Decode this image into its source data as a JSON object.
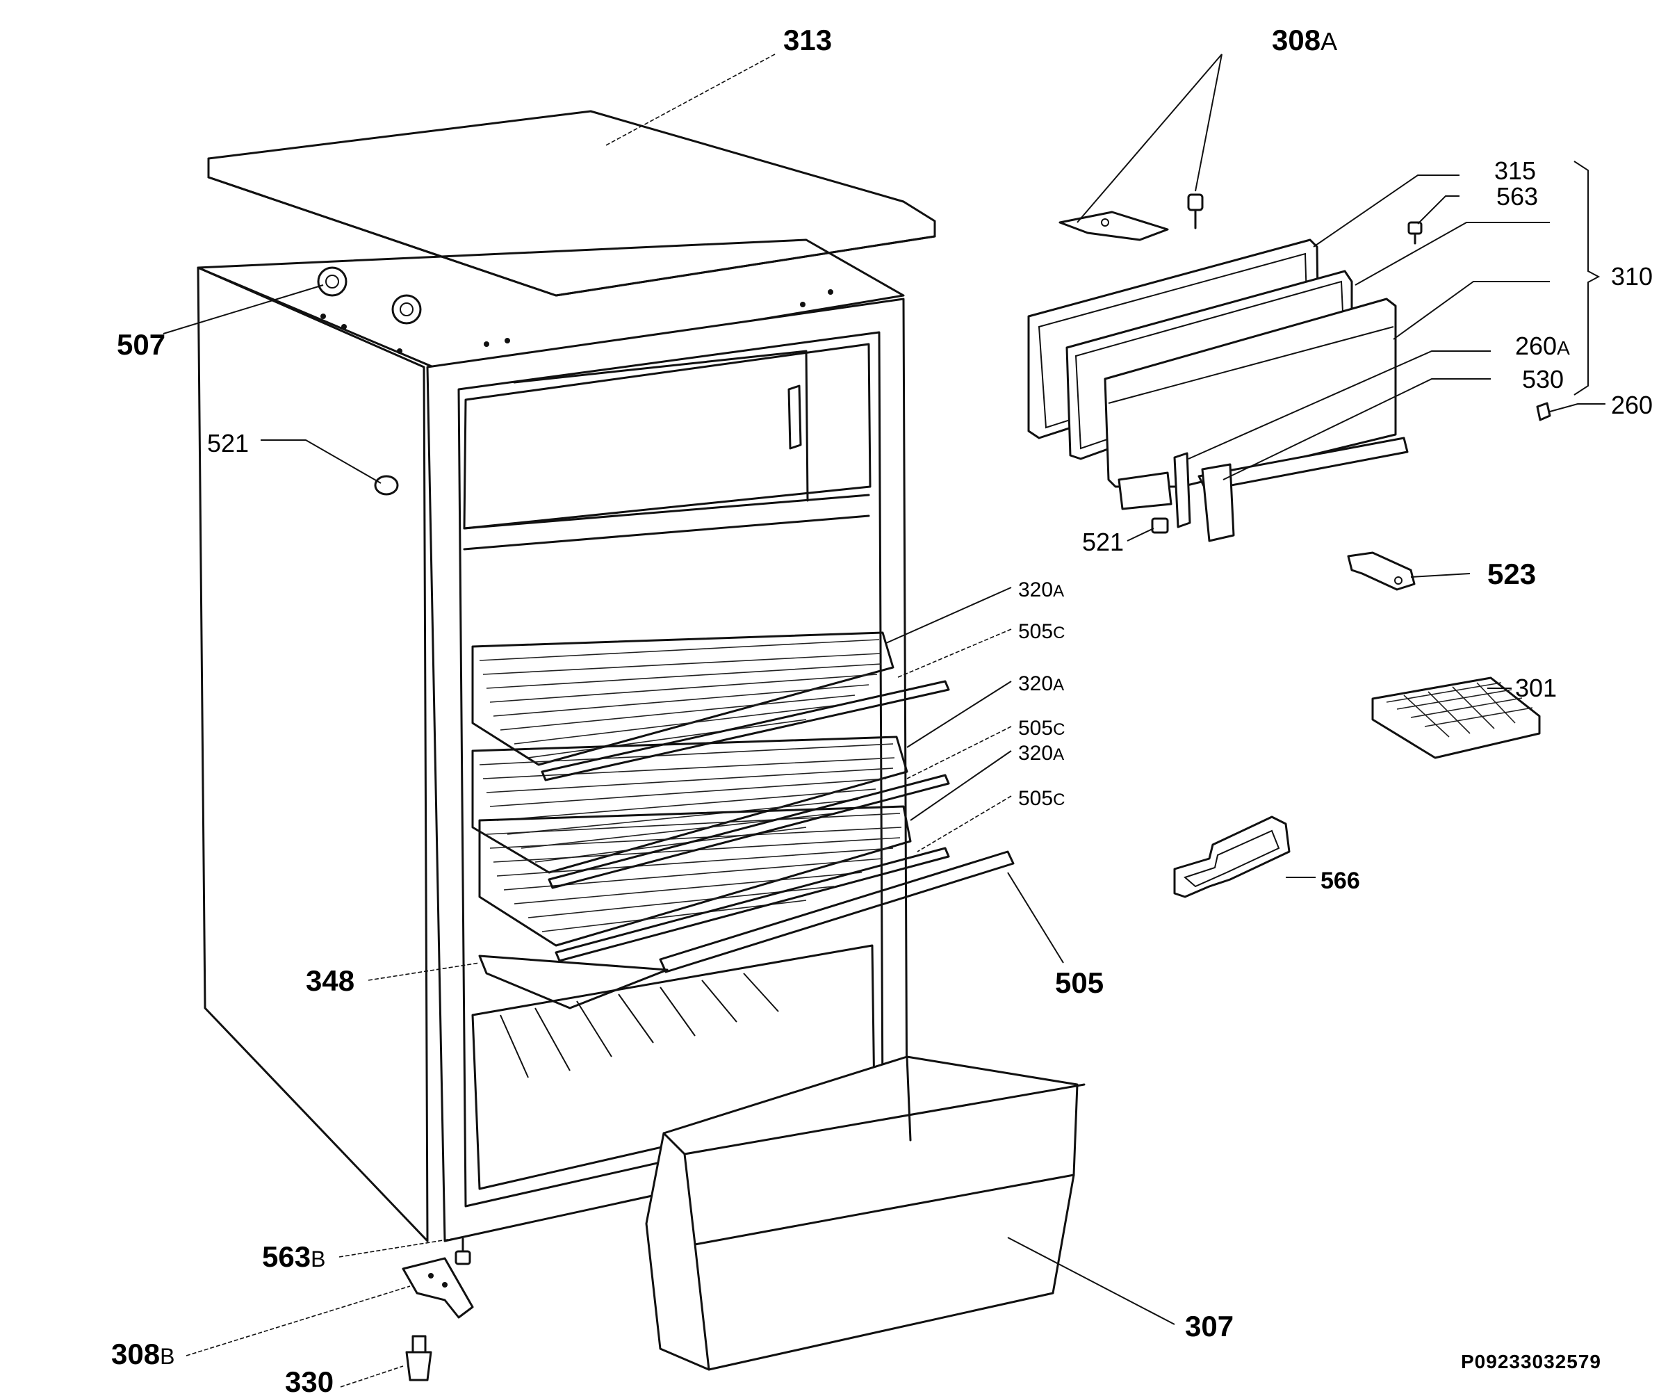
{
  "callouts": {
    "c313": "313",
    "c308a_num": "308",
    "c308a_suf": "A",
    "c507": "507",
    "c521_left": "521",
    "c315": "315",
    "c563": "563",
    "c310": "310",
    "c260a_num": "260",
    "c260a_suf": "A",
    "c530": "530",
    "c260": "260",
    "c521_right": "521",
    "c523": "523",
    "c320a_1_num": "320",
    "c320a_1_suf": "A",
    "c505c_1_num": "505",
    "c505c_1_suf": "C",
    "c320a_2_num": "320",
    "c320a_2_suf": "A",
    "c505c_2_num": "505",
    "c505c_2_suf": "C",
    "c320a_3_num": "320",
    "c320a_3_suf": "A",
    "c505c_3_num": "505",
    "c505c_3_suf": "C",
    "c301": "301",
    "c566": "566",
    "c348": "348",
    "c505": "505",
    "c563b_num": "563",
    "c563b_suf": "B",
    "c308b_num": "308",
    "c308b_suf": "B",
    "c330": "330",
    "c307": "307"
  },
  "drawing_code": "P09233032579"
}
